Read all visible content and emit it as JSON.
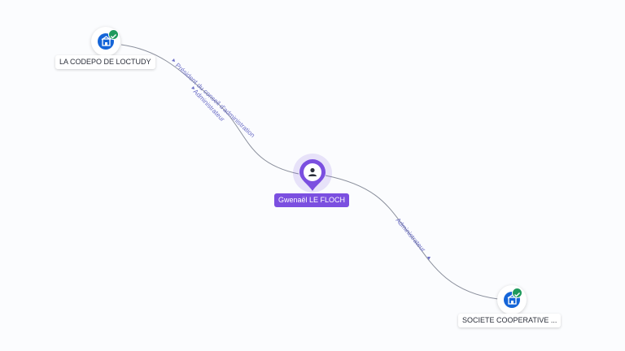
{
  "graph": {
    "nodes": {
      "top_company": {
        "label": "LA CODEPO DE LOCTUDY",
        "type": "company",
        "verified": true,
        "icon": "building-icon"
      },
      "person": {
        "label": "Gwenaël LE FLOCH",
        "type": "person",
        "icon": "person-icon"
      },
      "bottom_company": {
        "label": "SOCIETE COOPERATIVE ...",
        "type": "company",
        "verified": true,
        "icon": "building-icon"
      }
    },
    "edges": [
      {
        "from": "person",
        "to": "top_company",
        "labels": [
          "Président du conseil d'administration",
          "Administrateur"
        ]
      },
      {
        "from": "person",
        "to": "bottom_company",
        "labels": [
          "Administrateur"
        ]
      }
    ]
  },
  "colors": {
    "person_accent": "#7b4fe0",
    "company_accent": "#1565d8",
    "verified": "#1f9a5c",
    "edge": "#8a8f9c",
    "edge_label": "#6d6fc7",
    "background": "#fbfcfe"
  }
}
